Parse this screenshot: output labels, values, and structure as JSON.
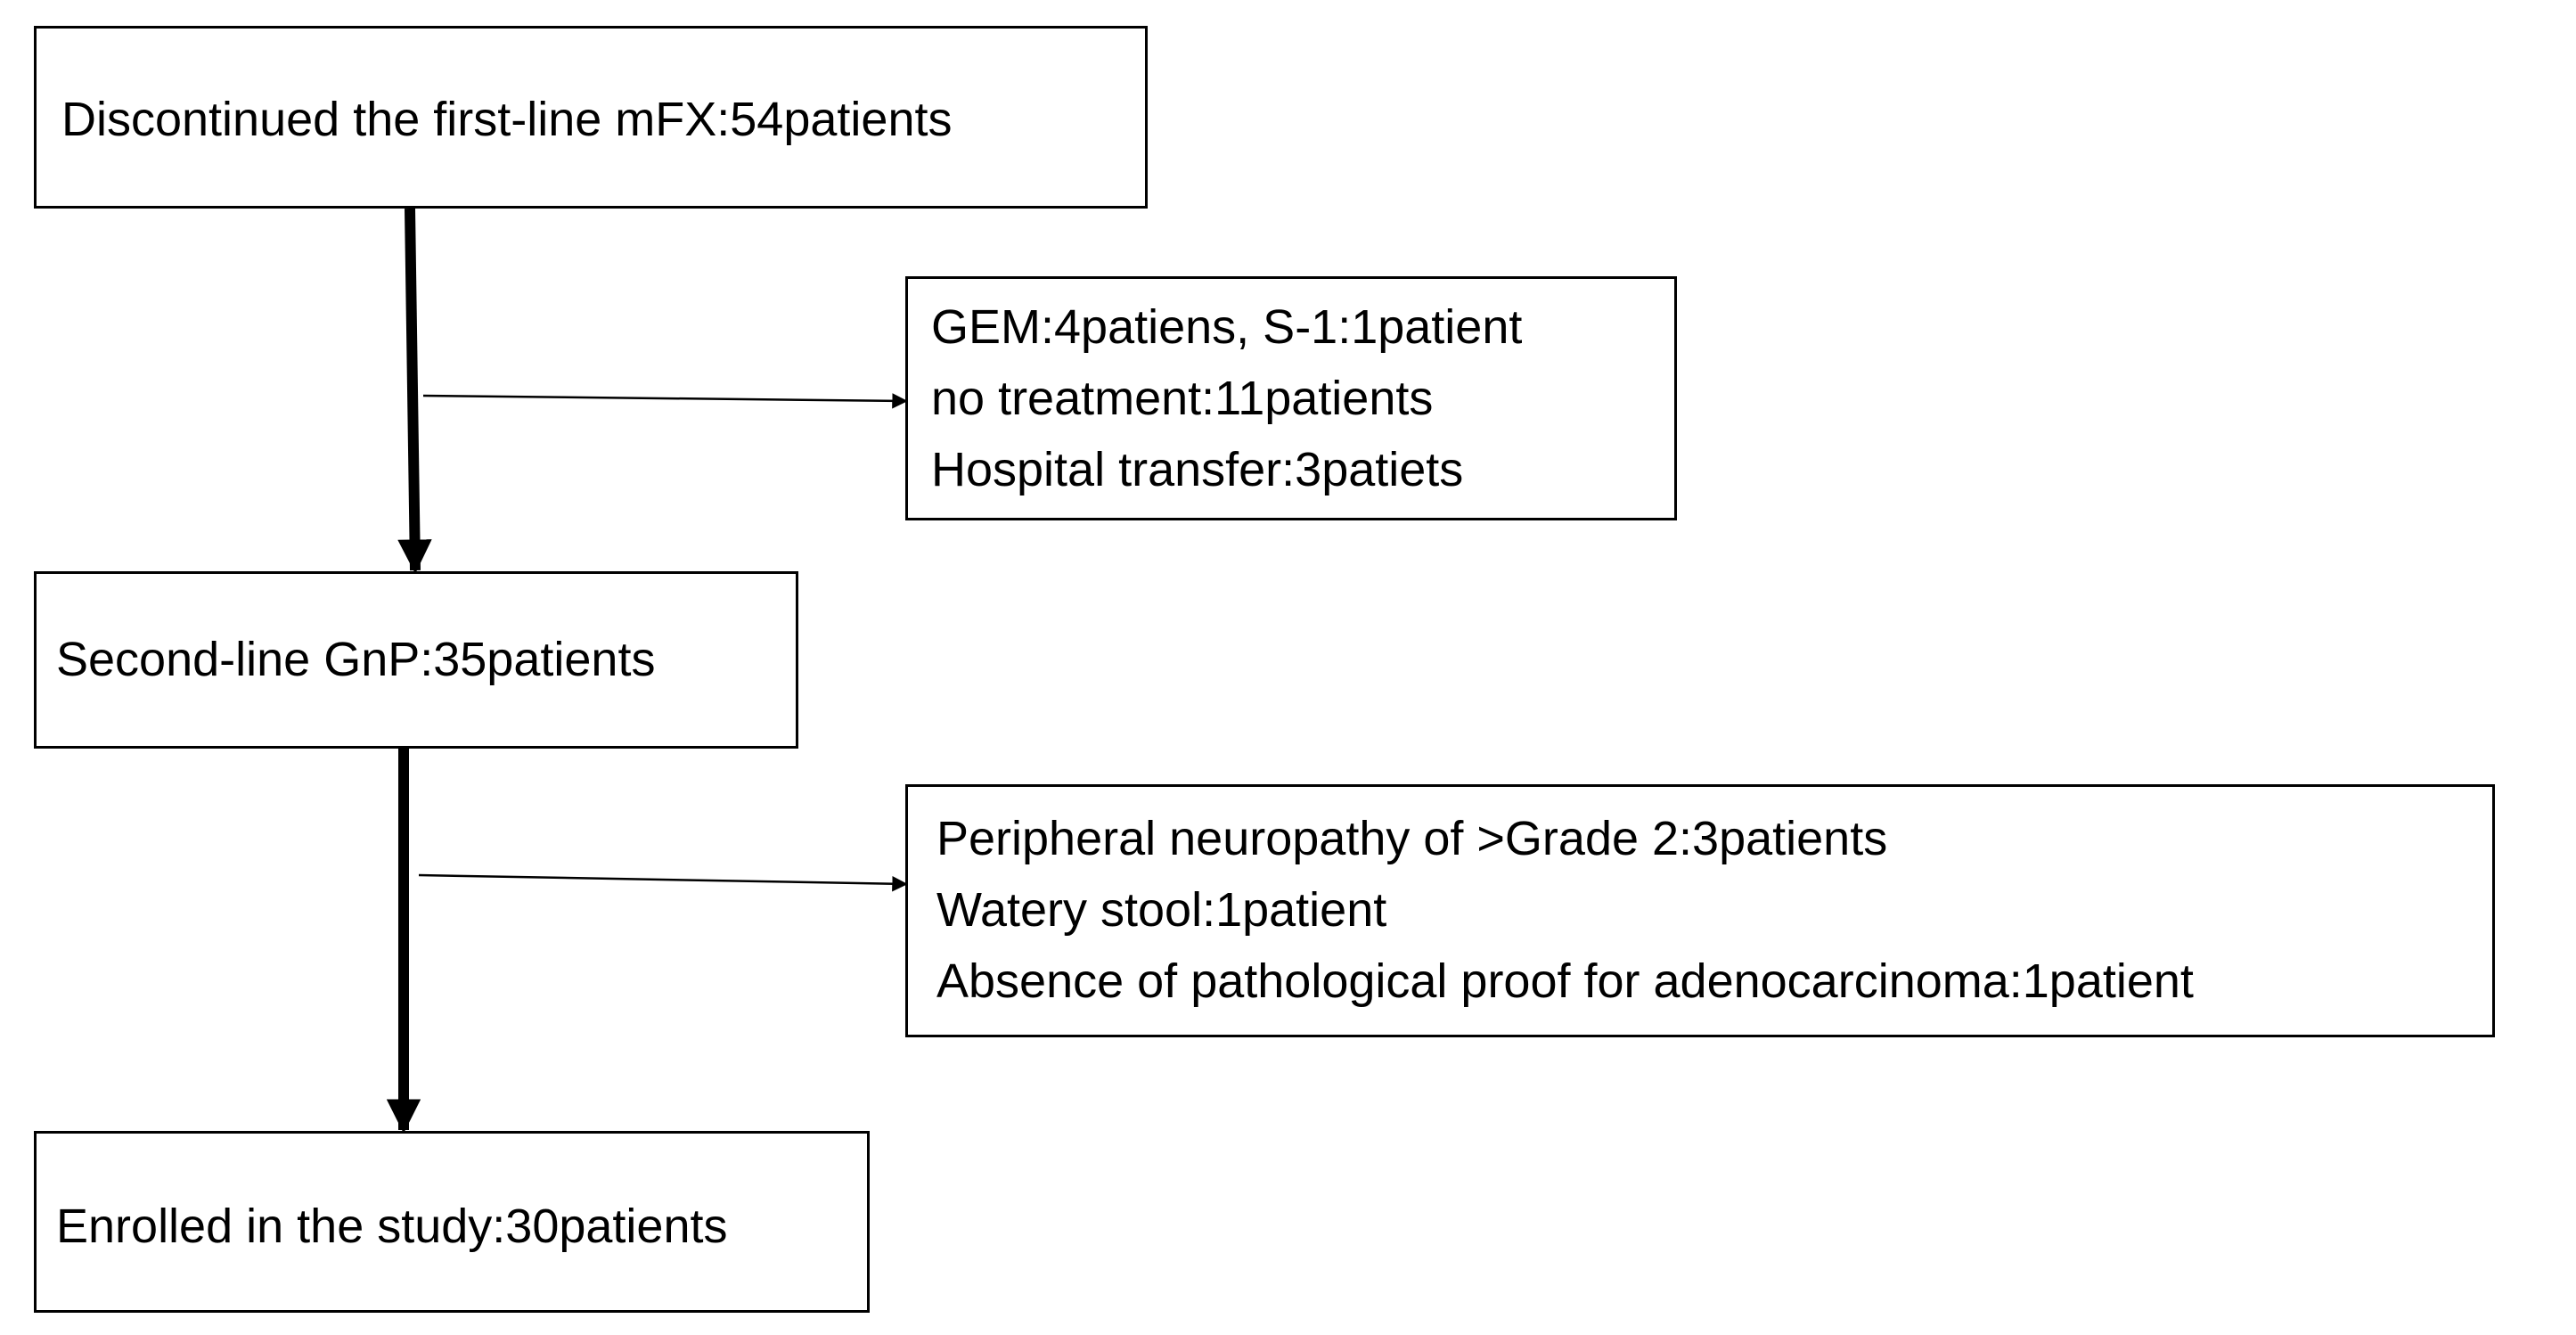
{
  "flowchart": {
    "step1": {
      "text": "Discontinued the first-line mFX:54patients"
    },
    "exclusion1": {
      "lines": [
        "GEM:4patiens, S-1:1patient",
        "no treatment:11patients",
        "Hospital transfer:3patiets"
      ]
    },
    "step2": {
      "text": "Second-line GnP:35patients"
    },
    "exclusion2": {
      "lines": [
        "Peripheral neuropathy of >Grade 2:3patients",
        "Watery stool:1patient",
        "Absence of pathological proof for adenocarcinoma:1patient"
      ]
    },
    "step3": {
      "text": "Enrolled in the study:30patients"
    }
  }
}
